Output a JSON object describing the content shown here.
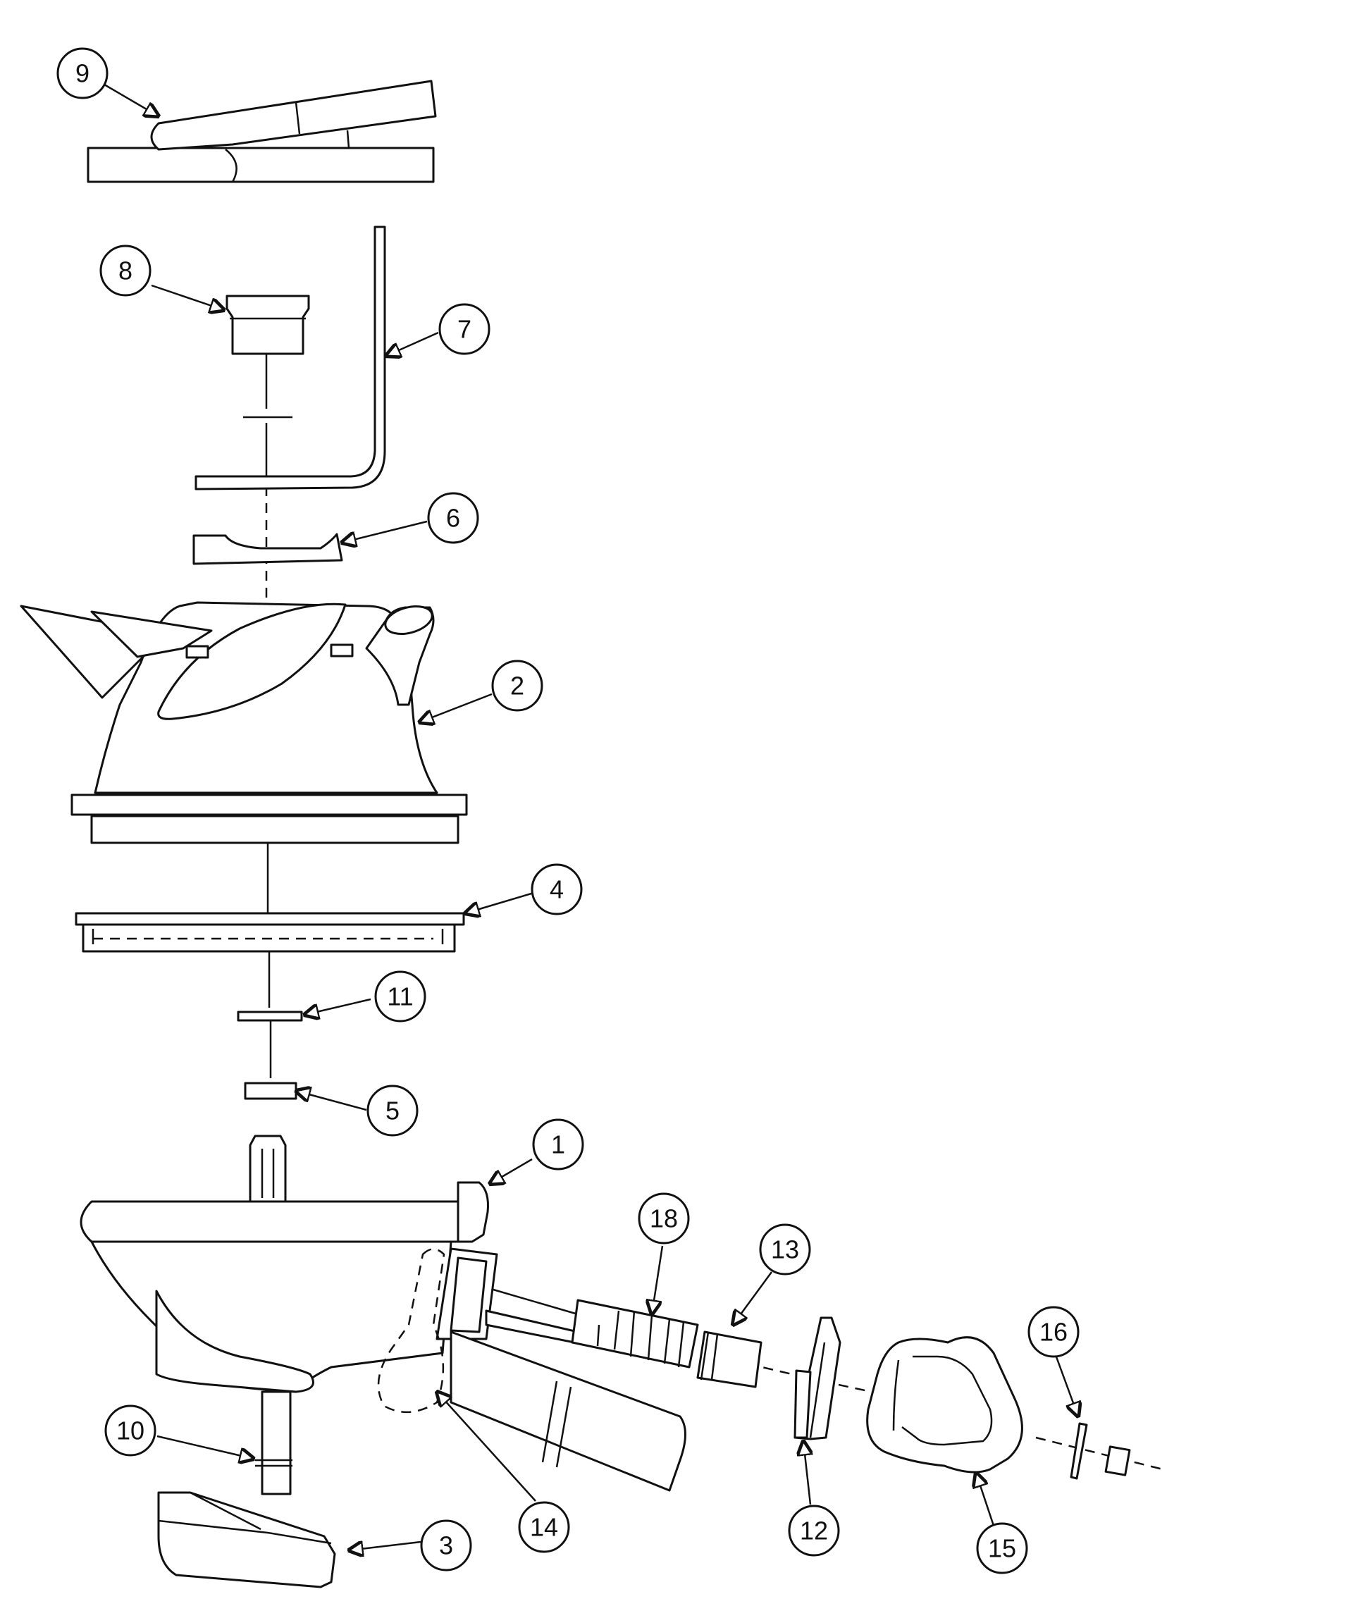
{
  "diagram": {
    "line_color": "#111111",
    "background": "#ffffff",
    "callouts": {
      "c1": "1",
      "c2": "2",
      "c3": "3",
      "c4": "4",
      "c5": "5",
      "c6": "6",
      "c7": "7",
      "c8": "8",
      "c9": "9",
      "c10": "10",
      "c11": "11",
      "c12": "12",
      "c13": "13",
      "c14": "14",
      "c15": "15",
      "c16": "16",
      "c18": "18"
    }
  }
}
